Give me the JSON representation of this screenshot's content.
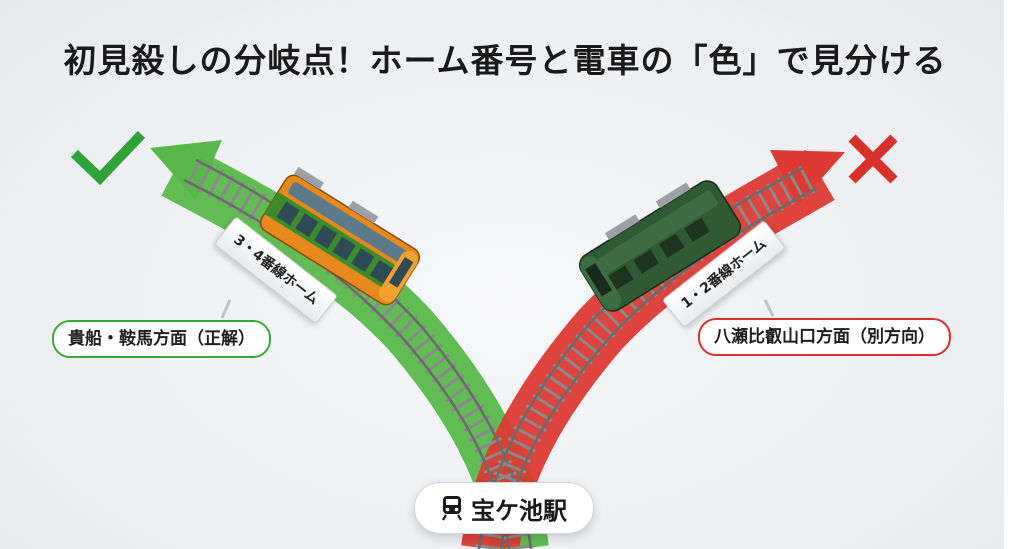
{
  "title": "初見殺しの分岐点！ホーム番号と電車の「色」で見分ける",
  "left": {
    "platform_sign": "3・4番線ホーム",
    "direction_label": "貴船・鞍馬方面（正解）",
    "mark": "check-icon",
    "color": "#3aaa35"
  },
  "right": {
    "platform_sign": "1・2番線ホーム",
    "direction_label": "八瀬比叡山口方面（別方向）",
    "mark": "cross-icon",
    "color": "#d9302c"
  },
  "station": {
    "name": "宝ケ池駅",
    "icon": "train-icon"
  },
  "trains": {
    "left_color": "#e8891e",
    "left_band": "#3e8b2c",
    "right_color": "#2f5a33"
  }
}
